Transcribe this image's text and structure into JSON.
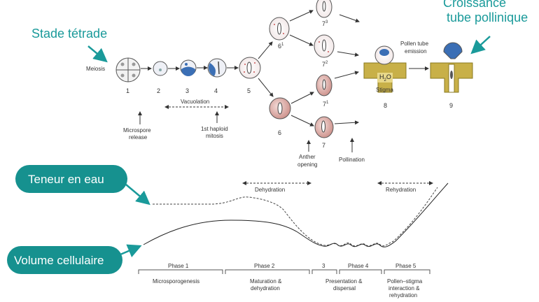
{
  "annotations": {
    "stade_tetrade": "Stade tétrade",
    "croissance_line1": "Croissance",
    "croissance_line2": "tube pollinique",
    "teneur": "Teneur en eau",
    "volume": "Volume cellulaire"
  },
  "diagram": {
    "meiosis": "Meiosis",
    "stage_numbers": [
      "1",
      "2",
      "3",
      "4",
      "5",
      "6",
      "7",
      "8",
      "9"
    ],
    "stage_6_1": "6",
    "stage_7_1": "7",
    "stage_7_2": "7",
    "stage_7_3": "7",
    "sup_1": "1",
    "sup_2": "2",
    "sup_3": "3",
    "vacuolation": "Vacuolation",
    "microspore_release_1": "Microspore",
    "microspore_release_2": "release",
    "haploid_1": "1st haploid",
    "haploid_2": "mitosis",
    "anther_1": "Anther",
    "anther_2": "opening",
    "pollination": "Pollination",
    "pollen_tube_1": "Pollen tube",
    "pollen_tube_2": "emission",
    "h2o": "H",
    "h2o_sub": "2",
    "h2o_o": "O",
    "stigma": "Stigma",
    "dehydration": "Dehydration",
    "rehydration": "Rehydration"
  },
  "phases": [
    {
      "label": "Phase 1",
      "desc1": "Microsporogenesis",
      "desc2": "",
      "desc3": ""
    },
    {
      "label": "Phase 2",
      "desc1": "Maturation &",
      "desc2": "dehydration",
      "desc3": ""
    },
    {
      "label": "3",
      "desc1": "Presentation &",
      "desc2": "dispersal",
      "desc3": ""
    },
    {
      "label": "Phase 4",
      "desc1": "",
      "desc2": "",
      "desc3": ""
    },
    {
      "label": "Phase 5",
      "desc1": "Pollen–stigma",
      "desc2": "interaction &",
      "desc3": "rehydration"
    }
  ],
  "colors": {
    "teal": "#1a9a9a",
    "pill": "#16918f",
    "stigma": "#c8b048",
    "cell_pink": "#d9a5a0",
    "vacuole_blue": "#3b6fb5"
  }
}
